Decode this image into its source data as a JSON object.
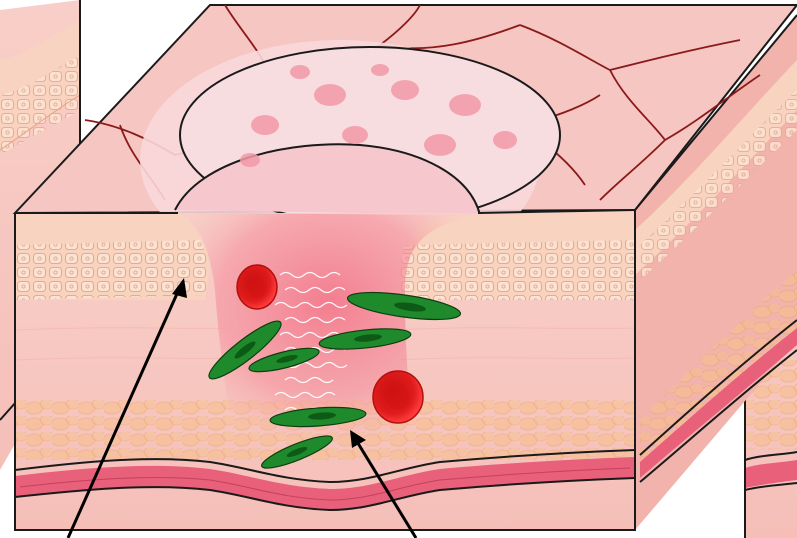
{
  "diagram": {
    "subject": "skin-wound-healing-3d-block",
    "colors": {
      "background": "#ffffff",
      "skin_top": "#f5c6c2",
      "skin_side": "#f7c9c3",
      "skin_right_face": "#f2b3ad",
      "epidermis_band": "#f8d4c0",
      "keratinocyte_fill": "#fbe2d3",
      "keratinocyte_stroke": "#e8a98c",
      "capillary": "#8b1a1a",
      "scab_fill": "#f8dde0",
      "scab_spot": "#f39aa8",
      "wound_glow": "#f26f86",
      "fat_cells": "#f4b26b",
      "vessel_band": "#e8607a",
      "red_blood_cell": "#e01b1b",
      "fibroblast": "#1f8a2c",
      "fibroblast_dark": "#0d5a17",
      "collagen": "#ffffff",
      "outline": "#1a1a1a",
      "arrow": "#000000"
    },
    "elements": {
      "red_blood_cells": 2,
      "fibroblasts": 6,
      "arrows": 2
    }
  }
}
